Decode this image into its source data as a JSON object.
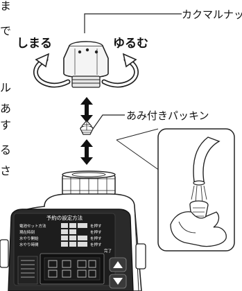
{
  "labels": {
    "nut_part": "カクマルナット部",
    "tighten": "しまる",
    "loosen": "ゆるむ",
    "mesh_packing": "あみ付きパッキン"
  },
  "left_edge_text": [
    "ま",
    "で",
    "ル",
    "あ",
    "す",
    "る",
    "さ"
  ],
  "panel": {
    "title": "予約の設定方法",
    "rows": [
      "電池セット方法",
      "現在時刻",
      "水やり開始",
      "水やり時間"
    ],
    "side_labels": [
      "を押す",
      "を押す",
      "を押す",
      "を押す"
    ],
    "done_label": "完了"
  }
}
